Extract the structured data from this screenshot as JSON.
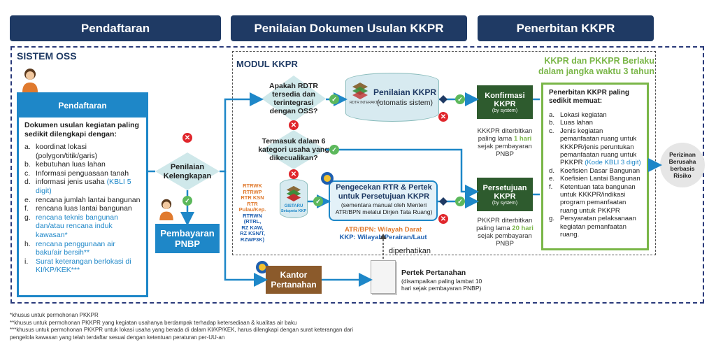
{
  "headers": [
    "Pendaftaran",
    "Penilaian Dokumen Usulan KKPR",
    "Penerbitan KKPR"
  ],
  "sistem_oss": "SISTEM OSS",
  "modul_kkpr": "MODUL KKPR",
  "berlaku": [
    "KKPR dan PKKPR Berlaku",
    "dalam jangka waktu 3 tahun"
  ],
  "pendaftaran_panel": {
    "title": "Pendaftaran",
    "intro": "Dokumen usulan kegiatan paling sedikit dilengkapi dengan:",
    "items": [
      {
        "m": "a.",
        "t": "koordinat lokasi (polygon/titik/garis)"
      },
      {
        "m": "b.",
        "t": "kebutuhan luas lahan"
      },
      {
        "m": "c.",
        "t": "Informasi penguasaan tanah"
      },
      {
        "m": "d.",
        "t": "informasi jenis usaha ",
        "blue": "(KBLI 5 digit)"
      },
      {
        "m": "e.",
        "t": "rencana jumlah lantai bangunan"
      },
      {
        "m": "f.",
        "t": "rencana luas lantai bangunan"
      },
      {
        "m": "g.",
        "t": "",
        "blue": "rencana teknis bangunan dan/atau rencana induk kawasan*"
      },
      {
        "m": "h.",
        "t": "",
        "blue": "rencana penggunaan air baku/air bersih**"
      },
      {
        "m": "i.",
        "t": "",
        "blue": "Surat keterangan berlokasi di KI/KP/KEK***"
      }
    ]
  },
  "penilaian_kelengkapan": "Penilaian Kelengkapan",
  "pembayaran": "Pembayaran PNBP",
  "q_rdtr": "Apakah RDTR tersedia dan terintegrasi dengan OSS?",
  "q_kategori": "Termasuk dalam 6 kategori usaha yang dikecualikan?",
  "penilaian_kkpr": {
    "title": "Penilaian KKPR",
    "sub": "(otomatis sistem)",
    "tag": "RDTR INTERAKTIF"
  },
  "gistaru": {
    "title": "GISTARU",
    "sub": "Setupeta KKP"
  },
  "rtr_list_orange": [
    "RTRWK",
    "RTRWP",
    "RTR KSN",
    "RTR Pulau/Kep."
  ],
  "rtr_list_blue": [
    "RTRWN",
    "(RTRL,",
    "RZ KAW,",
    "RZ KSN/T,",
    "RZWP3K)"
  ],
  "pengecekan": {
    "title": "Pengecekan RTR & Pertek untuk Persetujuan KKPR",
    "sub": "(sementara manual oleh Menteri ATR/BPN melalui Dirjen Tata Ruang)"
  },
  "atr_line": "ATR/BPN: Wilayah Darat",
  "kkp_line": "KKP: Wilayah Perairan/Laut",
  "diperhatikan": "diperhatikan",
  "konfirmasi": {
    "title": "Konfirmasi KKPR",
    "sub": "(by system)",
    "desc_pre": "KKKPR diterbitkan paling lama ",
    "desc_hl": "1 hari",
    "desc_post": " sejak pembayaran PNBP"
  },
  "persetujuan": {
    "title": "Persetujuan KKPR",
    "sub": "(by system)",
    "desc_pre": "PKKPR diterbitkan paling lama ",
    "desc_hl": "20 hari",
    "desc_post": " sejak pembayaran PNBP"
  },
  "penerbitan_panel": {
    "intro": "Penerbitan KKPR paling sedikit memuat:",
    "items": [
      {
        "m": "a.",
        "t": "Lokasi kegiatan"
      },
      {
        "m": "b.",
        "t": "Luas lahan"
      },
      {
        "m": "c.",
        "t": "Jenis kegiatan pemanfaatan ruang untuk KKKPR/jenis peruntukan pemanfaatan ruang untuk PKKPR ",
        "blue": "(Kode KBLI 3 digit)"
      },
      {
        "m": "d.",
        "t": "Koefisien Dasar Bangunan"
      },
      {
        "m": "e.",
        "t": "Koefisien Lantai Bangunan"
      },
      {
        "m": "f.",
        "t": "Ketentuan tata bangunan untuk KKKPR/indikasi program pemanfaatan ruang untuk PKKPR"
      },
      {
        "m": "g.",
        "t": "Persyaratan pelaksanaan kegiatan pemanfaatan ruang."
      }
    ]
  },
  "perizinan": "Perizinan Berusaha berbasis Risiko",
  "kantor": "Kantor Pertanahan",
  "pertek": {
    "title": "Pertek Pertanahan",
    "sub": "(disampaikan paling lambat 10 hari sejak pembayaran PNBP)"
  },
  "notes": [
    "*khusus untuk permohonan PKKPR",
    "**khusus untuk permohonan PKKPR yang kegiatan usahanya berdampak terhadap ketersediaan & kualitas air baku",
    "***khusus untuk permohonan PKKPR untuk lokasi usaha yang berada di dalam KI/KP/KEK, harus dilengkapi dengan surat keterangan dari",
    "pengelola kawasan yang telah terdaftar sesuai dengan ketentuan peraturan per-UU-an"
  ],
  "colors": {
    "navy": "#1f3a64",
    "blue": "#1e87c8",
    "green": "#2e5b2e",
    "lime": "#7ab648",
    "red": "#e0262c"
  }
}
